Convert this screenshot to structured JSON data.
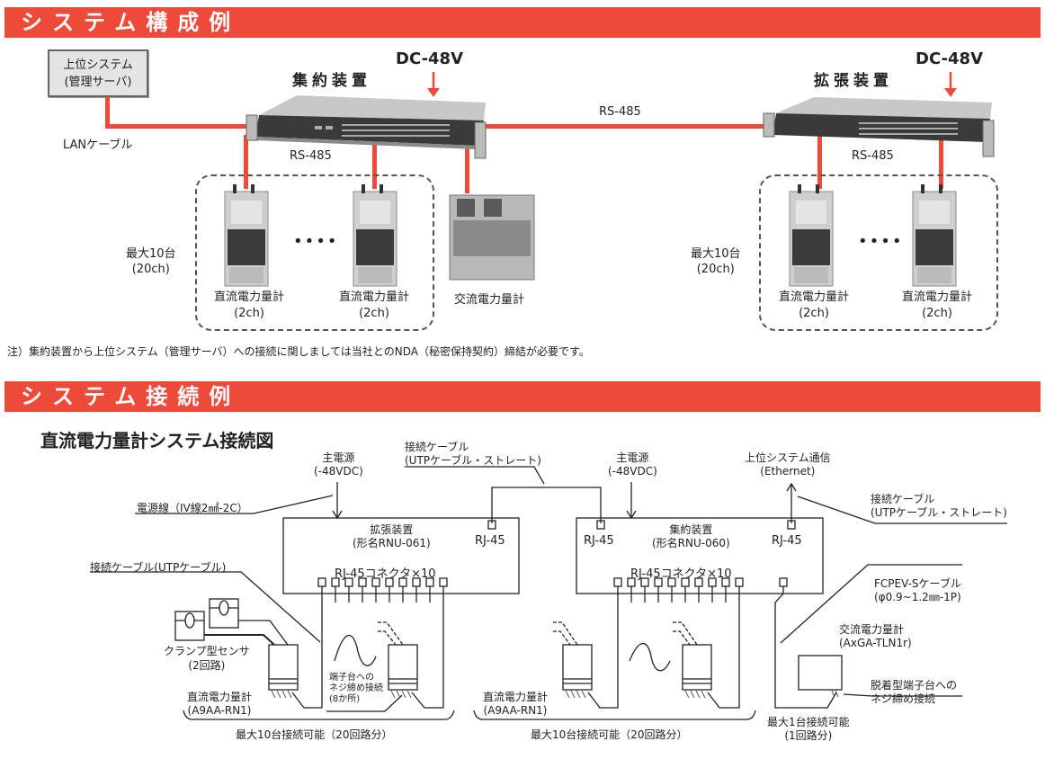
{
  "sections": {
    "config_title": "システム構成例",
    "connection_title": "システム接続例"
  },
  "config": {
    "host_system": {
      "line1": "上位システム",
      "line2": "(管理サーバ)"
    },
    "lan_cable": "LANケーブル",
    "aggregator": {
      "label": "集約装置",
      "power": "DC-48V"
    },
    "expander": {
      "label": "拡張装置",
      "power": "DC-48V"
    },
    "rs485_link": "RS-485",
    "rs485_left": "RS-485",
    "rs485_right": "RS-485",
    "max_left": {
      "line1": "最大10台",
      "line2": "(20ch)"
    },
    "max_right": {
      "line1": "最大10台",
      "line2": "(20ch)"
    },
    "dc_meter": {
      "line1": "直流電力量計",
      "line2": "(2ch)"
    },
    "ac_meter": "交流電力量計",
    "ellipsis": "••••",
    "note": "注）集約装置から上位システム（管理サーバ）への接続に関しましては当社とのNDA（秘密保持契約）締結が必要です。"
  },
  "wiring": {
    "title": "直流電力量計システム接続図",
    "main_power_left": {
      "line1": "主電源",
      "line2": "(-48VDC)"
    },
    "main_power_right": {
      "line1": "主電源",
      "line2": "(-48VDC)"
    },
    "power_wire": "電源線（IV線2㎟-2C）",
    "link_cable": {
      "line1": "接続ケーブル",
      "line2": "(UTPケーブル・ストレート)"
    },
    "upstream": {
      "line1": "上位システム通信",
      "line2": "(Ethernet)"
    },
    "upstream_cable": {
      "line1": "接続ケーブル",
      "line2": "(UTPケーブル・ストレート)"
    },
    "expander_box": {
      "line1": "拡張装置",
      "line2": "(形名RNU-061)",
      "port": "RJ-45",
      "connectors": "RJ-45コネクタ×10"
    },
    "aggregator_box": {
      "line1": "集約装置",
      "line2": "(形名RNU-060)",
      "port_left": "RJ-45",
      "port_right": "RJ-45",
      "connectors": "RJ-45コネクタ×10"
    },
    "utp_cable": "接続ケーブル(UTPケーブル)",
    "clamp_sensor": {
      "line1": "クランプ型センサ",
      "line2": "(2回路)"
    },
    "terminal_screw": {
      "line1": "端子台への",
      "line2": "ネジ締め接続",
      "line3": "(8か所)"
    },
    "dc_meter_left": {
      "line1": "直流電力量計",
      "line2": "(A9AA-RN1)"
    },
    "dc_meter_right": {
      "line1": "直流電力量計",
      "line2": "(A9AA-RN1)"
    },
    "max_left": "最大10台接続可能（20回路分）",
    "max_right": "最大10台接続可能（20回路分）",
    "fcpev": {
      "line1": "FCPEV-Sケーブル",
      "line2": "(φ0.9~1.2㎜-1P)"
    },
    "ac_meter": {
      "line1": "交流電力量計",
      "line2": "(AxGA-TLN1r)"
    },
    "detachable": {
      "line1": "脱着型端子台への",
      "line2": "ネジ締め接続"
    },
    "max_ac": {
      "line1": "最大1台接続可能",
      "line2": "(1回路分)"
    }
  }
}
